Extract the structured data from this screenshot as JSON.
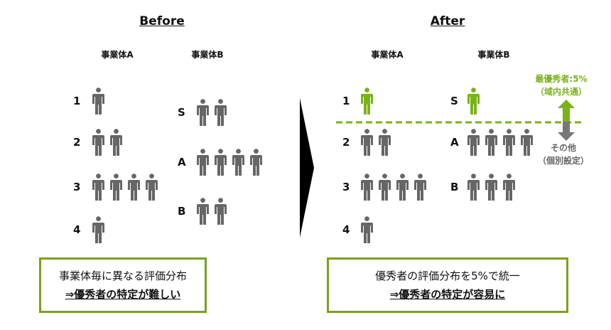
{
  "colors": {
    "green": "#7ab317",
    "gray": "#666666",
    "border": "#7aa21d"
  },
  "before": {
    "title": "Before",
    "entity_a": "事業体A",
    "entity_b": "事業体B",
    "a_rows": [
      {
        "label": "1",
        "count": 1
      },
      {
        "label": "2",
        "count": 2
      },
      {
        "label": "3",
        "count": 4
      },
      {
        "label": "4",
        "count": 1
      }
    ],
    "b_rows": [
      {
        "label": "S",
        "count": 2
      },
      {
        "label": "A",
        "count": 4
      },
      {
        "label": "B",
        "count": 2
      }
    ],
    "box_line1": "事業体毎に異なる評価分布",
    "box_line2": "⇒優秀者の特定が難しい"
  },
  "after": {
    "title": "After",
    "entity_a": "事業体A",
    "entity_b": "事業体B",
    "a_rows": [
      {
        "label": "1",
        "count": 1,
        "top": true
      },
      {
        "label": "2",
        "count": 2
      },
      {
        "label": "3",
        "count": 4
      },
      {
        "label": "4",
        "count": 1
      }
    ],
    "b_rows": [
      {
        "label": "S",
        "count": 1,
        "top": true
      },
      {
        "label": "A",
        "count": 4
      },
      {
        "label": "B",
        "count": 3
      }
    ],
    "top_note_1": "最優秀者:5%",
    "top_note_2": "（域内共通）",
    "other_note_1": "その他",
    "other_note_2": "（個別設定）",
    "box_line1": "優秀者の評価分布を5%で統一",
    "box_line2": "⇒優秀者の特定が容易に"
  }
}
